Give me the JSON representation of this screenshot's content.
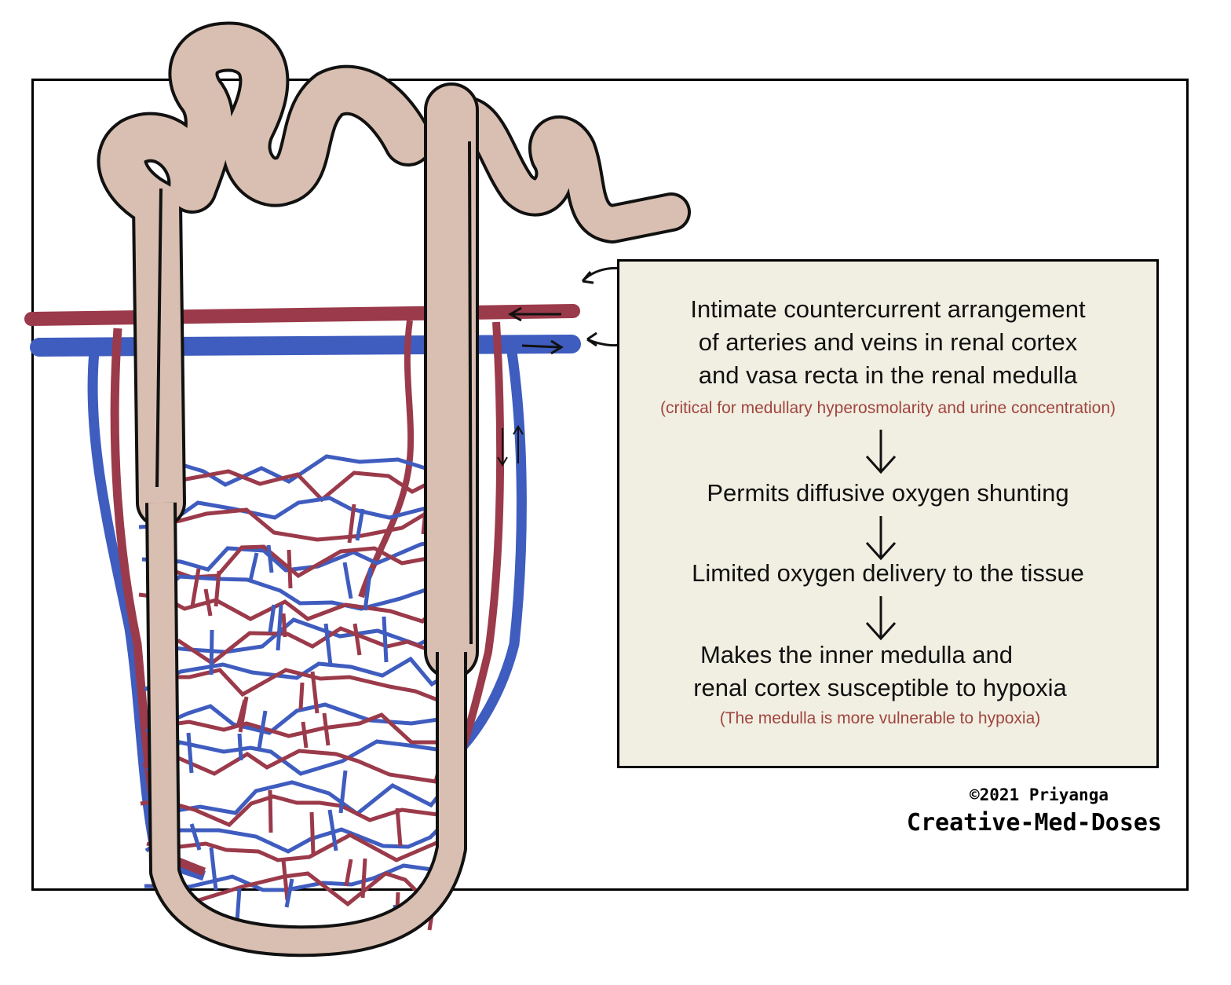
{
  "text_box": {
    "heading_lines": [
      "Intimate countercurrent arrangement",
      "of arteries and veins in renal cortex",
      "and vasa recta in the renal medulla"
    ],
    "heading_note": "(critical for medullary hyperosmolarity and urine concentration)",
    "step_1": "Permits diffusive oxygen shunting",
    "step_2": "Limited oxygen delivery to the tissue",
    "step_3_lines": [
      "Makes the inner medulla and",
      "renal cortex susceptible to hypoxia"
    ],
    "step_3_note": "(The medulla is more vulnerable to hypoxia)"
  },
  "credit": {
    "copyright": "©2021 Priyanga",
    "brand": "Creative-Med-Doses"
  },
  "colors": {
    "artery": "#9b3a4a",
    "vein": "#3f5cbf",
    "tubule_fill": "#d9bfb1",
    "outline": "#111111",
    "text_box_bg": "#f1efe2",
    "note_text": "#a0453f"
  },
  "icons": [
    "down-arrow-icon",
    "curved-arrow-icon",
    "flow-arrow-icon"
  ]
}
